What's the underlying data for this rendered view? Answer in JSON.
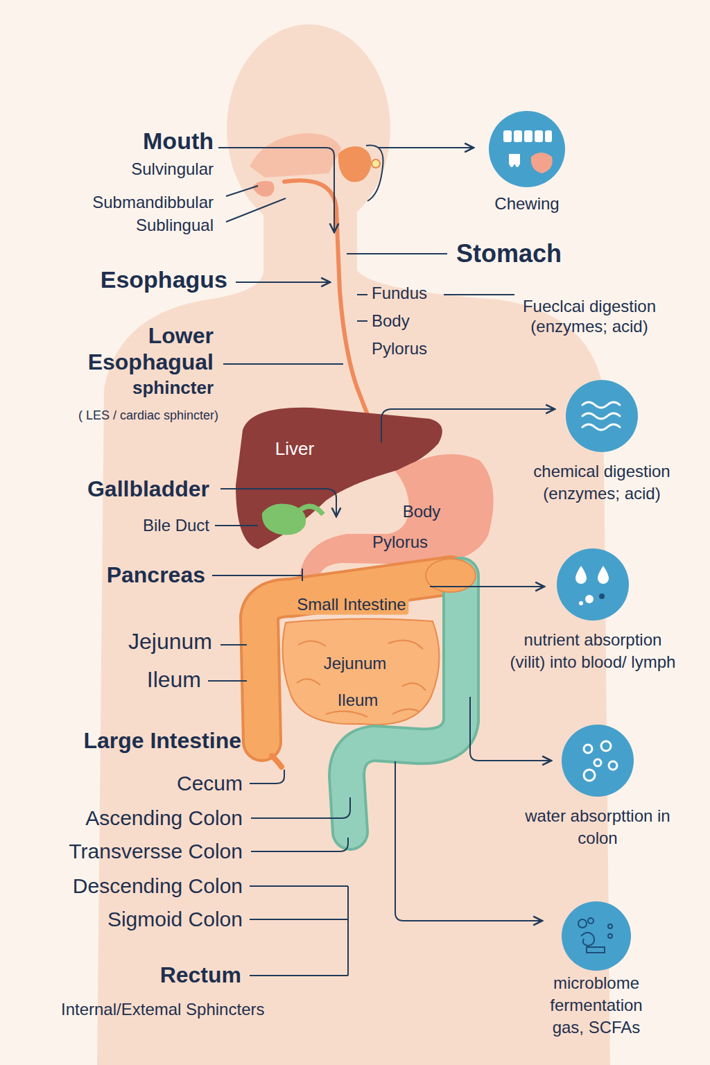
{
  "diagram": {
    "nodes": [
      {
        "text": [
          "Chewing"
        ]
      },
      {
        "text": [
          "chemical digestion (enzymes; acid)"
        ]
      },
      {
        "text": [
          "nutrient absorption (vilit) into blood/ lymph"
        ]
      },
      {
        "text": [
          "water absorpttion in colon"
        ]
      },
      {
        "text": [
          "microblome fermentation gas, SCFAs"
        ]
      }
    ],
    "labels": [
      "Mouth",
      "Sulvingular",
      "Submandibbular",
      "Sublingual",
      "Stomach",
      "Esophagus",
      "Fundus",
      "Fueclcai digestion (enzymes; acid)",
      "Body",
      "Pylorus",
      "Lower Esophagual",
      "sphincter",
      "( LES / cardiac sphincter)",
      "Liver",
      "Gallbladder",
      "Bile Duct",
      "Body",
      "Pylorus",
      "Pancreas",
      "Small Intestine",
      "Jejunum",
      "Jejunum",
      "Ileum",
      "Ileum",
      "Large Intestine",
      "Cecum",
      "Ascending Colon",
      "Transversse Colon",
      "Descending Colon",
      "Sigmoid Colon",
      "Rectum",
      "Internal/Extemal Sphincters"
    ]
  }
}
